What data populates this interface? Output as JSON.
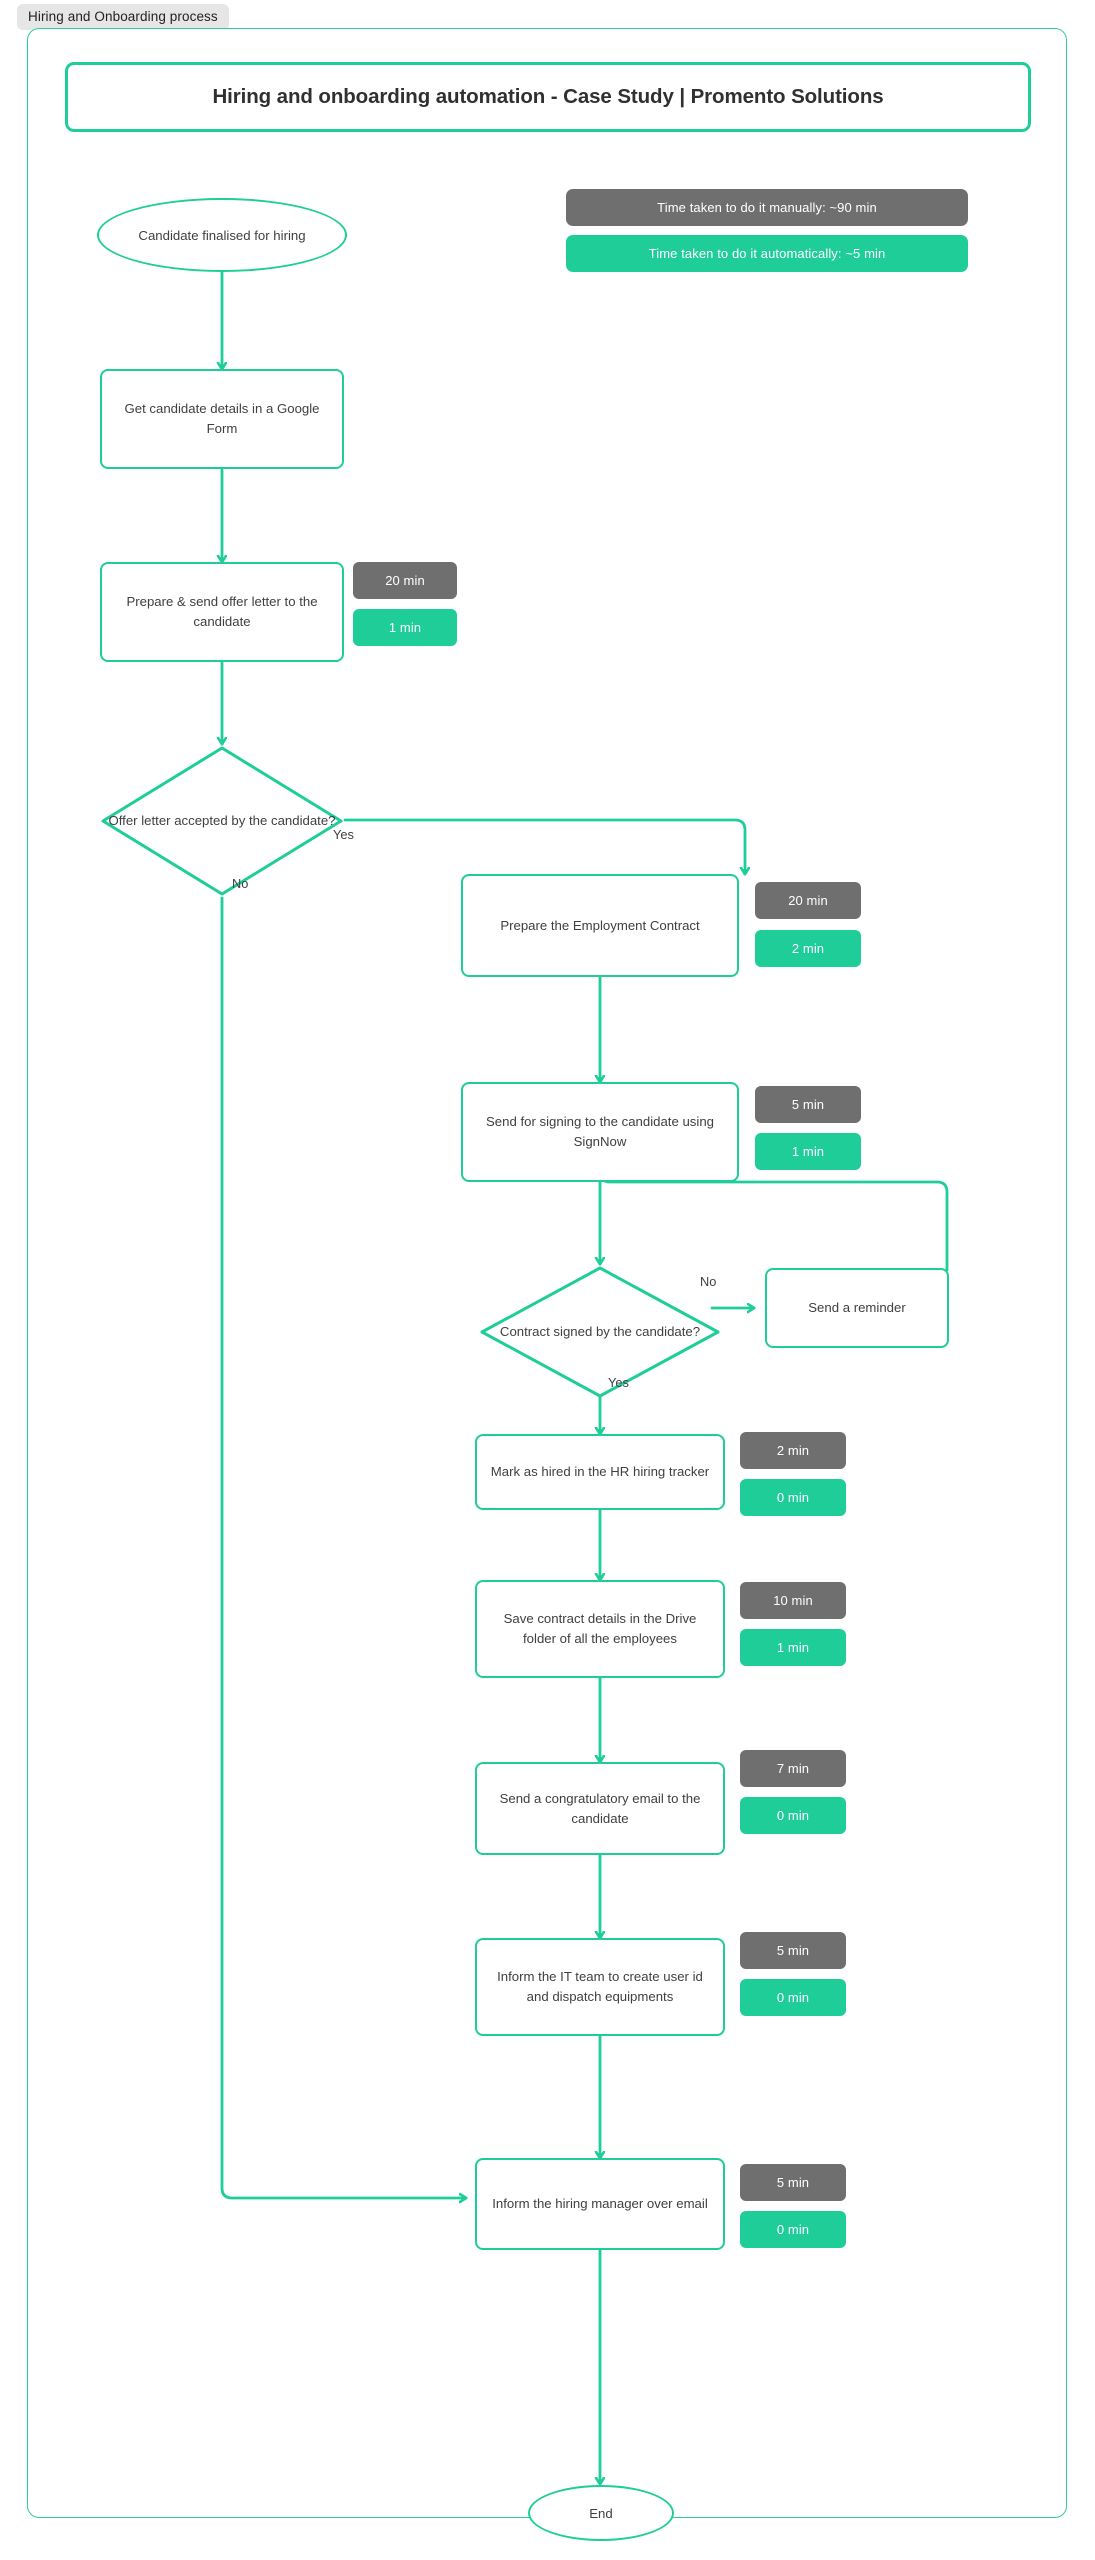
{
  "tab": {
    "label": "Hiring and Onboarding process"
  },
  "title": {
    "text": "Hiring and onboarding automation - Case Study | Promento Solutions"
  },
  "legend": {
    "manual": "Time taken to do it manually: ~90 min",
    "automatic": "Time taken to do it automatically: ~5 min",
    "manual_color": "#6f6f6f",
    "automatic_color": "#1ecd97"
  },
  "theme": {
    "accent": "#1ecd97",
    "frame_border": "#2ecd9a",
    "manual_badge": "#6f6f6f",
    "auto_badge": "#1ecd97",
    "text": "#3f4042",
    "tab_bg": "#e6e6e6"
  },
  "nodes": [
    {
      "id": "start",
      "label": "Candidate finalised for hiring",
      "shape": "terminator"
    },
    {
      "id": "form",
      "label": "Get candidate details in a Google Form",
      "shape": "process"
    },
    {
      "id": "offer",
      "label": "Prepare & send offer letter to the candidate",
      "shape": "process"
    },
    {
      "id": "offer_q",
      "label": "Offer letter accepted by the candidate?",
      "shape": "decision"
    },
    {
      "id": "contract",
      "label": "Prepare the Employment Contract",
      "shape": "process"
    },
    {
      "id": "signnow",
      "label": "Send for signing to the candidate using SignNow",
      "shape": "process"
    },
    {
      "id": "signed_q",
      "label": "Contract signed by the candidate?",
      "shape": "decision"
    },
    {
      "id": "reminder",
      "label": "Send a reminder",
      "shape": "process"
    },
    {
      "id": "tracker",
      "label": "Mark as hired in the HR hiring tracker",
      "shape": "process"
    },
    {
      "id": "drive",
      "label": "Save contract details in the Drive folder of all the employees",
      "shape": "process"
    },
    {
      "id": "congrats",
      "label": "Send a congratulatory email to the candidate",
      "shape": "process"
    },
    {
      "id": "it_team",
      "label": "Inform the IT team to create user id and dispatch equipments",
      "shape": "process"
    },
    {
      "id": "hiring_mgr",
      "label": "Inform the hiring manager over email",
      "shape": "process"
    },
    {
      "id": "end",
      "label": "End",
      "shape": "terminator"
    }
  ],
  "timings": [
    {
      "node": "offer",
      "manual": "20 min",
      "automatic": "1 min"
    },
    {
      "node": "contract",
      "manual": "20 min",
      "automatic": "2 min"
    },
    {
      "node": "signnow",
      "manual": "5 min",
      "automatic": "1 min"
    },
    {
      "node": "tracker",
      "manual": "2 min",
      "automatic": "0 min"
    },
    {
      "node": "drive",
      "manual": "10 min",
      "automatic": "1 min"
    },
    {
      "node": "congrats",
      "manual": "7 min",
      "automatic": "0 min"
    },
    {
      "node": "it_team",
      "manual": "5 min",
      "automatic": "0 min"
    },
    {
      "node": "hiring_mgr",
      "manual": "5 min",
      "automatic": "0 min"
    }
  ],
  "edge_labels": {
    "offer_yes": "Yes",
    "offer_no": "No",
    "signed_no": "No",
    "signed_yes": "Yes"
  }
}
